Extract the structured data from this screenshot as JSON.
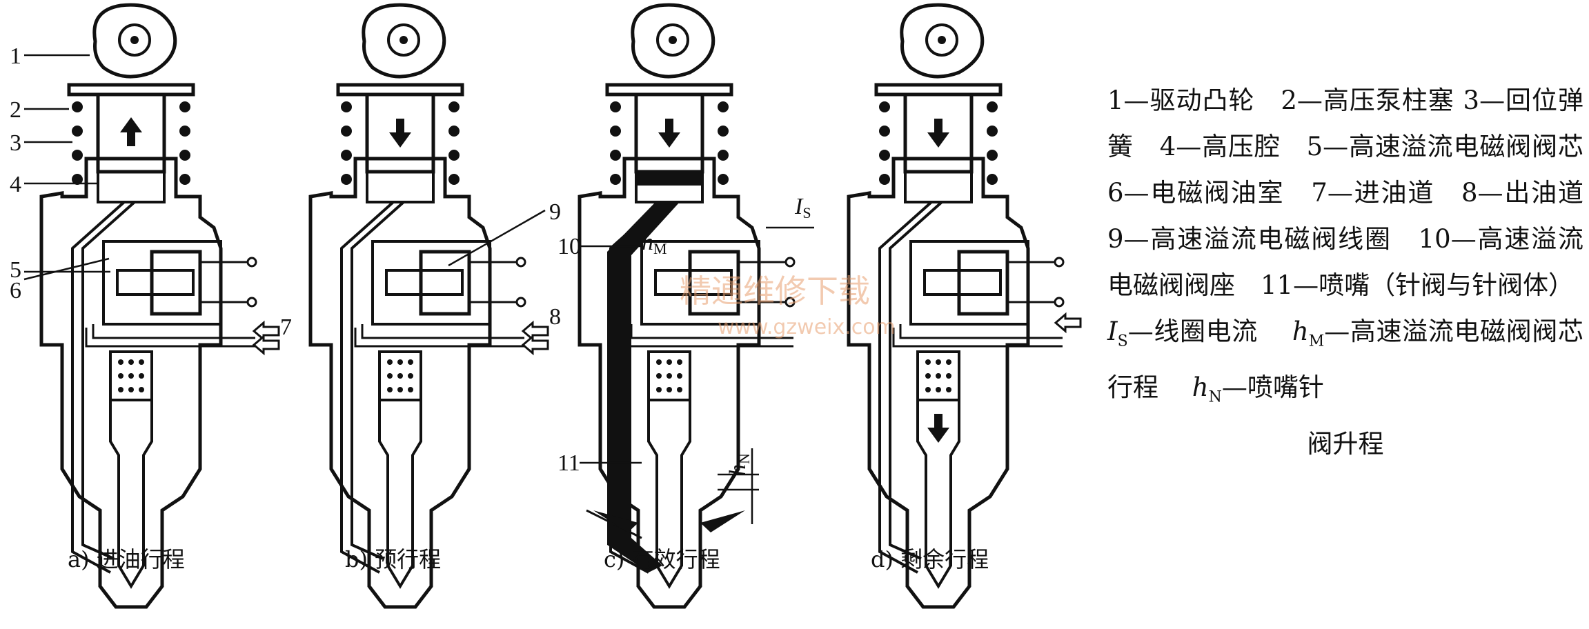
{
  "subfigures": [
    {
      "caption": "a) 进油行程"
    },
    {
      "caption": "b) 预行程"
    },
    {
      "caption": "c) 有效行程"
    },
    {
      "caption": "d) 剩余行程"
    }
  ],
  "callouts": {
    "n1": "1",
    "n2": "2",
    "n3": "3",
    "n4": "4",
    "n5": "5",
    "n6": "6",
    "n7": "7",
    "n8": "8",
    "n9": "9",
    "n10": "10",
    "n11": "11"
  },
  "symbols": {
    "hm_base": "h",
    "hm_sub": "M",
    "is_base": "I",
    "is_sub": "S",
    "hn_base": "h",
    "hn_sub": "N"
  },
  "legend": {
    "line1": "1—驱动凸轮　2—高压泵柱塞",
    "line2": "3—回位弹簧　4—高压腔　5—高速溢流电磁阀阀芯　6—电磁阀油室　7—进油道　8—出油道　9—高速溢流电磁阀线圈　10—高速溢流电磁阀阀座　11—喷嘴（针阀与针阀体）",
    "is_tail": "—线圈电流",
    "hm_tail": "—高速溢流电磁阀阀芯行程",
    "hn_tail_a": "—喷嘴针",
    "hn_tail_b": "阀升程"
  },
  "watermark": {
    "cn": "精通维修下载",
    "url": "www.gzweix.com"
  },
  "colors": {
    "ink": "#111111",
    "watermark": "#e8a070"
  }
}
